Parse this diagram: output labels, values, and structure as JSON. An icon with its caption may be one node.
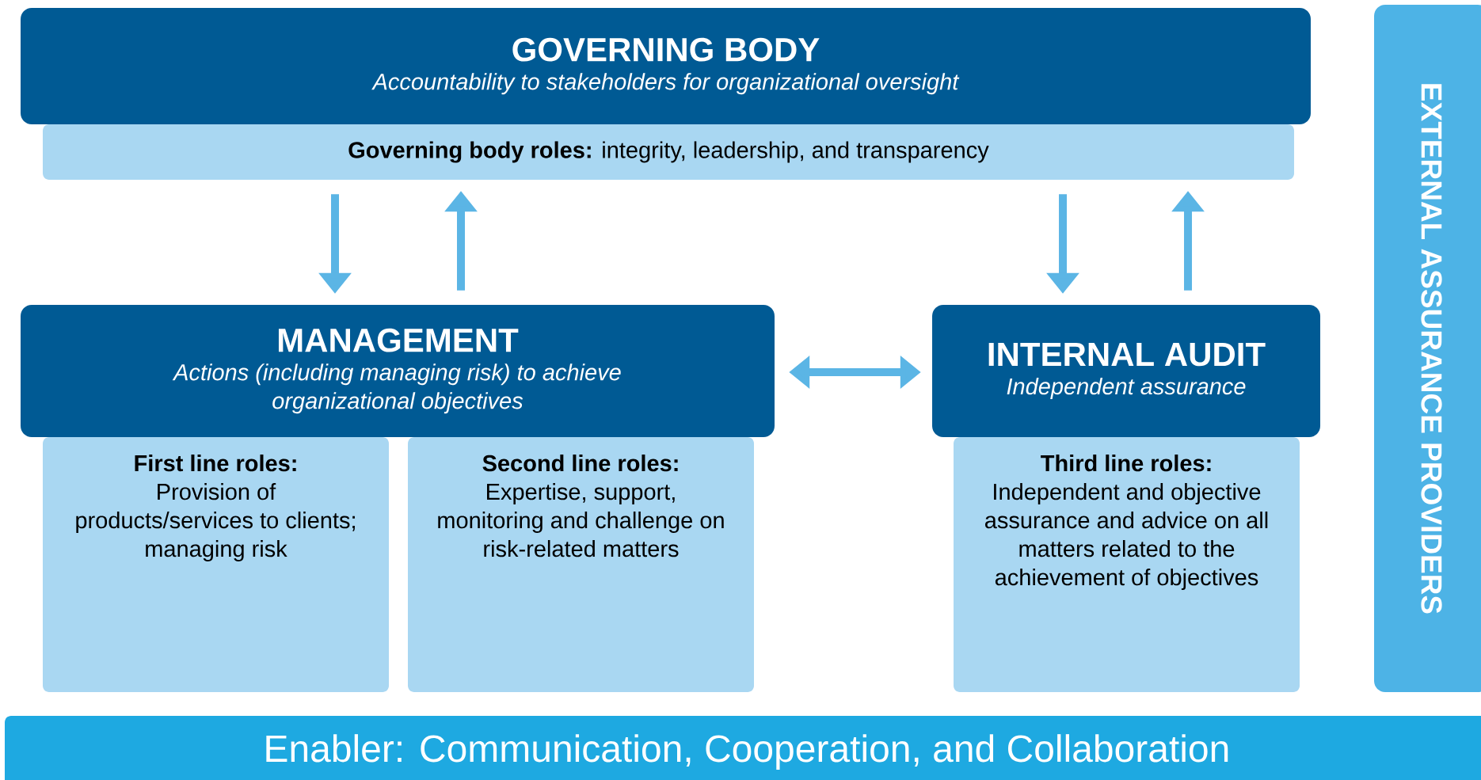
{
  "diagram": {
    "nodes": [
      {
        "text": [
          "GOVERNING BODY",
          "Accountability to stakeholders for organizational oversight"
        ]
      },
      {
        "text": [
          "**Governing body roles:** integrity, leadership, and transparency"
        ]
      },
      {
        "text": [
          "MANAGEMENT",
          "Actions (including managing risk) to achieve organizational objectives"
        ]
      },
      {
        "text": [
          "First line roles:",
          "Provision of products/services to clients; managing risk"
        ]
      },
      {
        "text": [
          "Second line roles:",
          "Expertise, support, monitoring and challenge on risk-related matters"
        ]
      },
      {
        "text": [
          "INTERNAL AUDIT",
          "Independent assurance"
        ]
      },
      {
        "text": [
          "Third line roles:",
          "Independent and objective assurance and advice on all matters related to the achievement of objectives"
        ]
      },
      {
        "text": [
          "EXTERNAL ASSURANCE PROVIDERS"
        ]
      },
      {
        "text": [
          "Enabler: Communication, Cooperation, and Collaboration"
        ]
      }
    ],
    "edges": [
      {
        "from": 1,
        "to": 2,
        "arrow": "to"
      },
      {
        "from": 2,
        "to": 1,
        "arrow": "to"
      },
      {
        "from": 1,
        "to": 5,
        "arrow": "to"
      },
      {
        "from": 5,
        "to": 1,
        "arrow": "to"
      },
      {
        "from": 2,
        "to": 5,
        "arrow": "both"
      }
    ]
  }
}
